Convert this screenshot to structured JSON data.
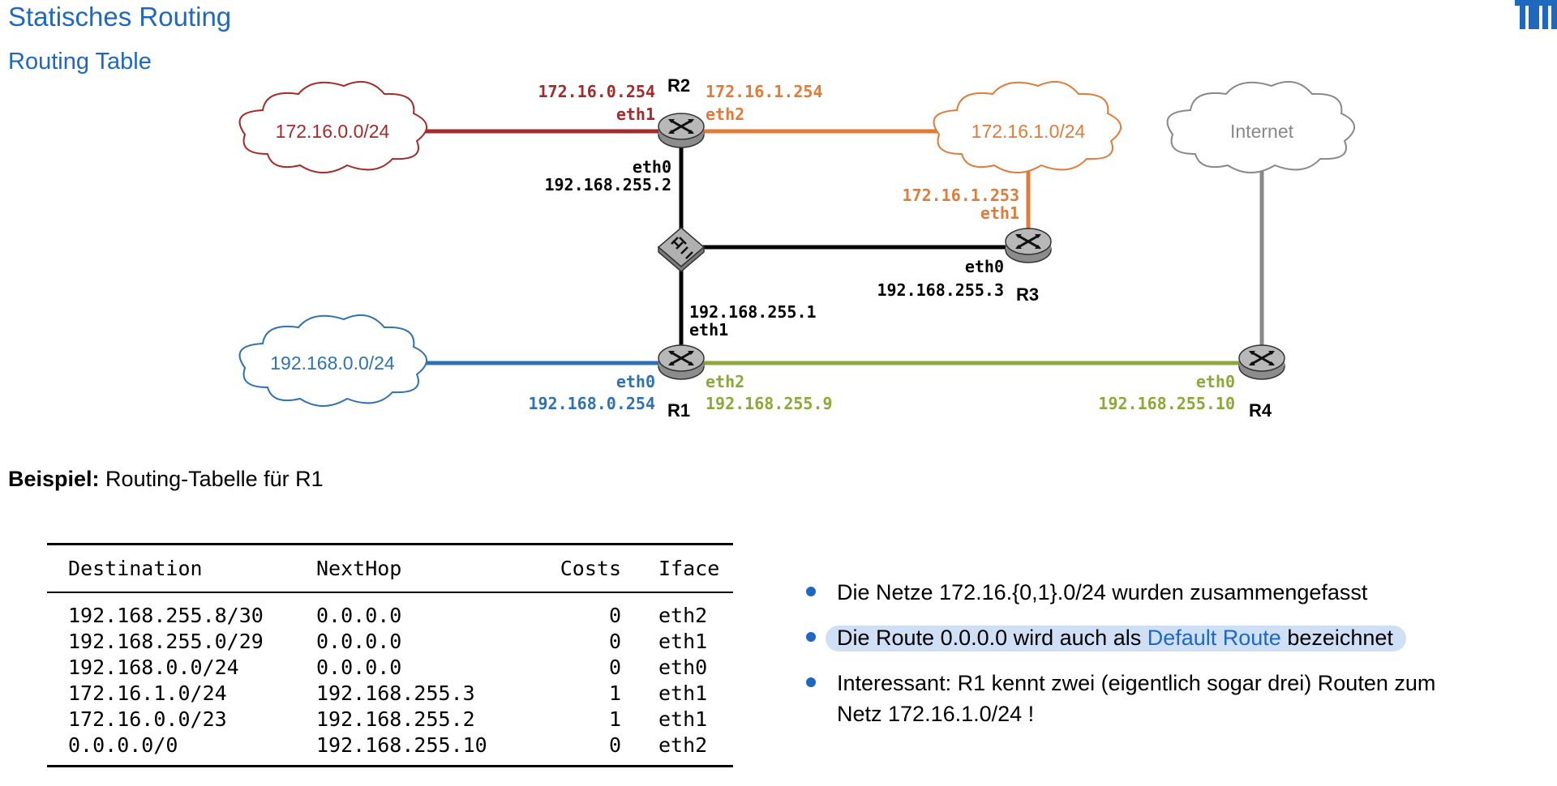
{
  "header": {
    "title": "Statisches Routing",
    "subtitle": "Routing Table"
  },
  "colors": {
    "accent": "#1f68c0",
    "red": "#a52a2a",
    "orange": "#e07b39",
    "blue": "#2f72b4",
    "green": "#8aa93a",
    "gray": "#888888"
  },
  "diagram": {
    "clouds": {
      "net_172_0": "172.16.0.0/24",
      "net_172_1": "172.16.1.0/24",
      "internet": "Internet",
      "net_192_0": "192.168.0.0/24"
    },
    "routers": {
      "r1": {
        "name": "R1",
        "eth0_name": "eth0",
        "eth0_ip": "192.168.0.254",
        "eth1_name": "eth1",
        "eth1_ip": "192.168.255.1",
        "eth2_name": "eth2",
        "eth2_ip": "192.168.255.9"
      },
      "r2": {
        "name": "R2",
        "eth0_name": "eth0",
        "eth0_ip": "192.168.255.2",
        "eth1_name": "eth1",
        "eth1_ip": "172.16.0.254",
        "eth2_name": "eth2",
        "eth2_ip": "172.16.1.254"
      },
      "r3": {
        "name": "R3",
        "eth0_name": "eth0",
        "eth0_ip": "192.168.255.3",
        "eth1_name": "eth1",
        "eth1_ip": "172.16.1.253"
      },
      "r4": {
        "name": "R4",
        "eth0_name": "eth0",
        "eth0_ip": "192.168.255.10"
      }
    }
  },
  "example": {
    "bold": "Beispiel:",
    "text": " Routing-Tabelle für R1"
  },
  "table": {
    "headers": [
      "Destination",
      "NextHop",
      "Costs",
      "Iface"
    ],
    "rows": [
      [
        "192.168.255.8/30",
        "0.0.0.0",
        "0",
        "eth2"
      ],
      [
        "192.168.255.0/29",
        "0.0.0.0",
        "0",
        "eth1"
      ],
      [
        "192.168.0.0/24",
        "0.0.0.0",
        "0",
        "eth0"
      ],
      [
        "172.16.1.0/24",
        "192.168.255.3",
        "1",
        "eth1"
      ],
      [
        "172.16.0.0/23",
        "192.168.255.2",
        "1",
        "eth1"
      ],
      [
        "0.0.0.0/0",
        "192.168.255.10",
        "0",
        "eth2"
      ]
    ]
  },
  "bullets": {
    "b1": "Die Netze 172.16.{0,1}.0/24 wurden zusammengefasst",
    "b2_pre": "Die Route 0.0.0.0 wird auch als ",
    "b2_link": "Default Route",
    "b2_post": " bezeichnet",
    "b3_line1": "Interessant: R1 kennt zwei (eigentlich sogar drei) Routen zum",
    "b3_line2": "Netz 172.16.1.0/24 !"
  }
}
